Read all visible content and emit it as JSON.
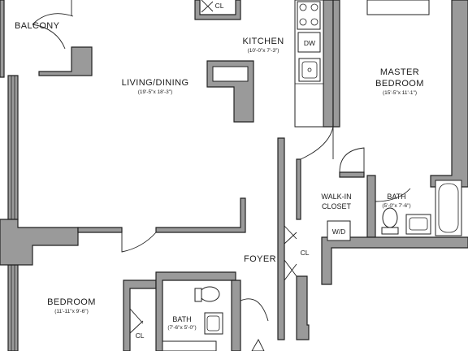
{
  "rooms": {
    "balcony": {
      "label": "BALCONY"
    },
    "kitchen": {
      "label": "KITCHEN",
      "dims": "(10'-0\"x 7'-3\")"
    },
    "living": {
      "label": "LIVING/DINING",
      "dims": "(19'-5\"x 18'-3\")"
    },
    "master": {
      "label_line1": "MASTER",
      "label_line2": "BEDROOM",
      "dims": "(15'-5\"x 11'-1\")"
    },
    "walkin": {
      "label_line1": "WALK-IN",
      "label_line2": "CLOSET"
    },
    "bath_master": {
      "label": "BATH",
      "dims": "(5'-0\"x 7'-6\")"
    },
    "foyer": {
      "label": "FOYER"
    },
    "bedroom": {
      "label": "BEDROOM",
      "dims": "(11'-11\"x 9'-6\")"
    },
    "bath": {
      "label": "BATH",
      "dims": "(7'-6\"x 5'-0\")"
    }
  },
  "fixtures": {
    "dishwasher": "DW",
    "washer_dryer": "W/D",
    "closet_top": "CL",
    "closet_foyer": "CL",
    "closet_bedroom": "CL"
  }
}
